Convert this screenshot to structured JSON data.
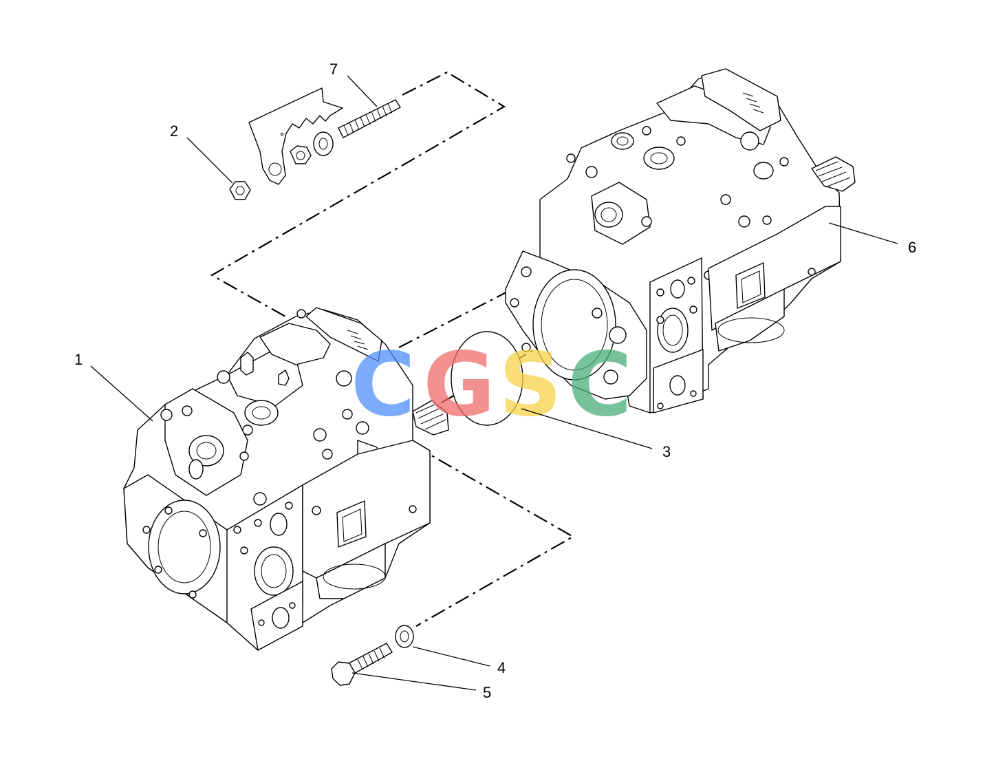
{
  "callouts": [
    {
      "id": "1",
      "label": "1"
    },
    {
      "id": "2",
      "label": "2"
    },
    {
      "id": "3",
      "label": "3"
    },
    {
      "id": "4",
      "label": "4"
    },
    {
      "id": "5",
      "label": "5"
    },
    {
      "id": "6",
      "label": "6"
    },
    {
      "id": "7",
      "label": "7"
    }
  ],
  "watermark": {
    "letters": [
      "C",
      "G",
      "S",
      "C"
    ],
    "colors": [
      "#4f8ff7",
      "#ef6b6b",
      "#f7d34a",
      "#4cae7a"
    ]
  }
}
